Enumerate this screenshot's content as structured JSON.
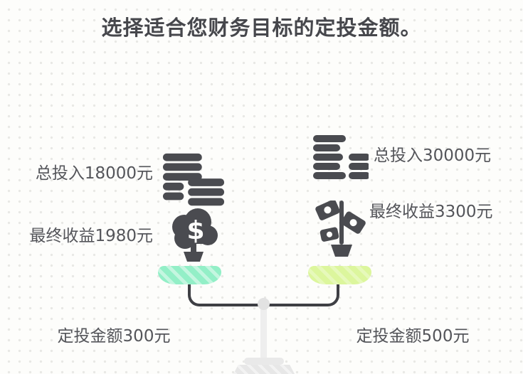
{
  "title": "选择适合您财务目标的定投金额。",
  "left_plan": {
    "total_investment": "总投入18000元",
    "final_return": "最终收益1980元",
    "monthly_amount": "定投金额300元",
    "total_icon": "coin-stack-icon",
    "return_icon": "money-tree-dollar-icon",
    "pan_color": "#93efc7"
  },
  "right_plan": {
    "total_investment": "总投入30000元",
    "final_return": "最终收益3300元",
    "monthly_amount": "定投金额500元",
    "total_icon": "banknote-stack-icon",
    "return_icon": "money-plant-icon",
    "pan_color": "#dcf69d"
  },
  "colors": {
    "icon": "#4a4b50",
    "text": "#54555a",
    "title": "#46474c",
    "beam": "#3e3f44",
    "stand": "#ebebeb",
    "background": "#fdfdfb",
    "dot_grid": "#e8e8e5"
  }
}
